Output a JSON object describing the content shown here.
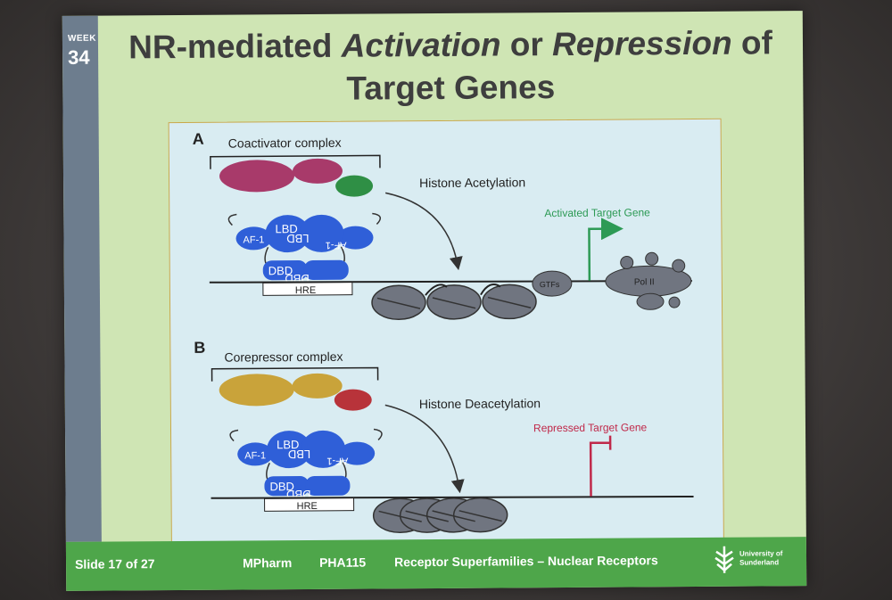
{
  "slide": {
    "week_label": "WEEK",
    "week_number": "34",
    "title_part1": "NR-mediated ",
    "title_italic1": "Activation",
    "title_part2": " or ",
    "title_italic2": "Repression",
    "title_part3": " of",
    "title_line2": "Target Genes"
  },
  "diagram": {
    "panel_a": {
      "letter": "A",
      "complex_label": "Coactivator complex",
      "process_label": "Histone Acetylation",
      "gene_label": "Activated Target Gene",
      "gtfs_label": "GTFs",
      "pol_label": "Pol II",
      "lbd_left": "LBD",
      "lbd_right": "LBD",
      "af_left": "AF-1",
      "af_right": "AF-1",
      "dbd_left": "DBD",
      "dbd_right": "DBD",
      "hre_label": "HRE"
    },
    "panel_b": {
      "letter": "B",
      "complex_label": "Corepressor complex",
      "process_label": "Histone Deacetylation",
      "gene_label": "Repressed Target Gene",
      "lbd_left": "LBD",
      "lbd_right": "LBD",
      "af_left": "AF-1",
      "af_right": "AF-1",
      "dbd_left": "DBD",
      "dbd_right": "DBD",
      "hre_label": "HRE"
    },
    "colors": {
      "coactivator": "#a83a6a",
      "coactivator_small": "#2f8f45",
      "corepressor": "#c9a33a",
      "corepressor_small": "#b8333a",
      "receptor": "#2f5fd8",
      "nucleosome": "#707580",
      "activated": "#2d9a55",
      "repressed": "#c0294a"
    }
  },
  "footer": {
    "slide_counter": "Slide 17 of 27",
    "program": "MPharm",
    "module": "PHA115",
    "topic": "Receptor Superfamilies – Nuclear Receptors",
    "university": "University of Sunderland"
  }
}
